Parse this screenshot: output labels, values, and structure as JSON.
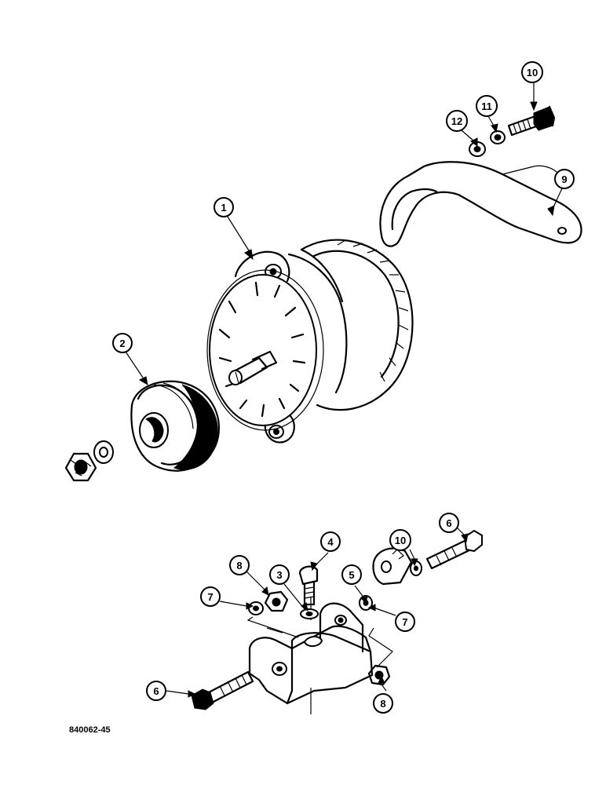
{
  "figure_code": "840062-45",
  "callouts": [
    {
      "id": "c1",
      "label": "1"
    },
    {
      "id": "c2",
      "label": "2"
    },
    {
      "id": "c3",
      "label": "3"
    },
    {
      "id": "c4",
      "label": "4"
    },
    {
      "id": "c5",
      "label": "5"
    },
    {
      "id": "c6a",
      "label": "6"
    },
    {
      "id": "c6b",
      "label": "6"
    },
    {
      "id": "c7a",
      "label": "7"
    },
    {
      "id": "c7b",
      "label": "7"
    },
    {
      "id": "c8a",
      "label": "8"
    },
    {
      "id": "c8b",
      "label": "8"
    },
    {
      "id": "c9",
      "label": "9"
    },
    {
      "id": "c10a",
      "label": "10"
    },
    {
      "id": "c10b",
      "label": "10"
    },
    {
      "id": "c11",
      "label": "11"
    },
    {
      "id": "c12",
      "label": "12"
    }
  ]
}
